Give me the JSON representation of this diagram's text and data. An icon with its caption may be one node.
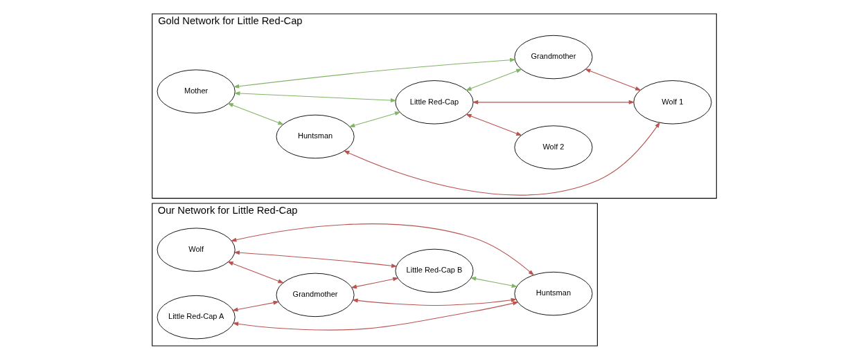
{
  "diagram": {
    "nodes": [
      {
        "text": [
          "Our Network for Little Red-Cap"
        ]
      },
      {
        "text": [
          "Gold Network for Little Red-Cap"
        ]
      },
      {
        "text": [
          "Wolf"
        ],
        "in": 0
      },
      {
        "text": [
          "Little Red-Cap A"
        ],
        "in": 0
      },
      {
        "text": [
          "Grandmother"
        ],
        "in": 0
      },
      {
        "text": [
          "Huntsman"
        ],
        "in": 0
      },
      {
        "text": [
          "Little Red-Cap B"
        ],
        "in": 0
      },
      {
        "text": [
          "Huntsman"
        ],
        "in": 1
      },
      {
        "text": [
          "Mother"
        ],
        "in": 1
      },
      {
        "text": [
          "Little Red-Cap"
        ],
        "in": 1
      },
      {
        "text": [
          "Wolf 1"
        ],
        "in": 1
      },
      {
        "text": [
          "Grandmother"
        ],
        "in": 1
      },
      {
        "text": [
          "Wolf 2"
        ],
        "in": 1
      }
    ],
    "edges": [
      {
        "from": 2,
        "to": 4,
        "arrow": "both"
      },
      {
        "from": 2,
        "to": 6,
        "arrow": "both"
      },
      {
        "from": 2,
        "to": 5,
        "arrow": "both"
      },
      {
        "from": 3,
        "to": 4,
        "arrow": "both"
      },
      {
        "from": 3,
        "to": 5,
        "arrow": "both"
      },
      {
        "from": 4,
        "to": 5,
        "arrow": "both"
      },
      {
        "from": 4,
        "to": 6,
        "arrow": "both"
      },
      {
        "from": 6,
        "to": 5,
        "arrow": "both",
        "color": "#82b366"
      },
      {
        "from": 8,
        "to": 7,
        "arrow": "both",
        "color": "#82b366"
      },
      {
        "from": 8,
        "to": 9,
        "arrow": "both",
        "color": "#82b366"
      },
      {
        "from": 8,
        "to": 11,
        "arrow": "both",
        "color": "#82b366"
      },
      {
        "from": 7,
        "to": 9,
        "arrow": "both",
        "color": "#82b366"
      },
      {
        "from": 9,
        "to": 11,
        "arrow": "both",
        "color": "#82b366"
      },
      {
        "from": 7,
        "to": 10,
        "arrow": "both"
      },
      {
        "from": 9,
        "to": 10,
        "arrow": "both"
      },
      {
        "from": 9,
        "to": 12,
        "arrow": "both"
      },
      {
        "from": 11,
        "to": 10,
        "arrow": "both"
      }
    ]
  }
}
